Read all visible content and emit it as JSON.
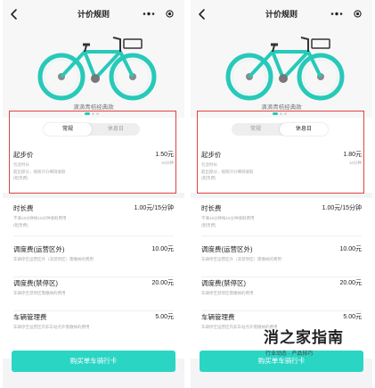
{
  "phones": [
    {
      "title": "计价规则",
      "bike_name": "滴滴青桔经典款",
      "tabs": [
        {
          "label": "常规",
          "active": true
        },
        {
          "label": "休息日",
          "active": false
        }
      ],
      "start": {
        "title": "起步价",
        "price": "1.50元",
        "line1": "包含时长",
        "line1_value": "10分钟",
        "line2": "超出部分，按照计价细则收取",
        "line3": "(租赁费)"
      },
      "fees": [
        {
          "title": "时长费",
          "price": "1.00元/15分钟",
          "desc": "不满15分钟按15分钟收取费用",
          "desc2": "(租赁费)"
        },
        {
          "title": "调度费(运营区外)",
          "price": "10.00元",
          "desc": "车辆停至运营区外（非禁停区）需缴纳的费用",
          "desc2": ""
        },
        {
          "title": "调度费(禁停区)",
          "price": "20.00元",
          "desc": "车辆停至禁停区需缴纳的费用",
          "desc2": ""
        },
        {
          "title": "车辆管理费",
          "price": "5.00元",
          "desc": "车辆停至运营区内非车站点外需缴纳的费用",
          "desc2": ""
        }
      ],
      "button": "购买单车骑行卡"
    },
    {
      "title": "计价规则",
      "bike_name": "滴滴青桔经典款",
      "tabs": [
        {
          "label": "常规",
          "active": false
        },
        {
          "label": "休息日",
          "active": true
        }
      ],
      "start": {
        "title": "起步价",
        "price": "1.80元",
        "line1": "包含时长",
        "line1_value": "10分钟",
        "line2": "超出部分，按照计价细则收取",
        "line3": "(租赁费)"
      },
      "fees": [
        {
          "title": "时长费",
          "price": "1.00元/15分钟",
          "desc": "不满15分钟按15分钟收取费用",
          "desc2": "(租赁费)"
        },
        {
          "title": "调度费(运营区外)",
          "price": "10.00元",
          "desc": "车辆停至运营区外（非禁停区）需缴纳的费用",
          "desc2": ""
        },
        {
          "title": "调度费(禁停区)",
          "price": "20.00元",
          "desc": "车辆停至禁停区需缴纳的费用",
          "desc2": ""
        },
        {
          "title": "车辆管理费",
          "price": "5.00元",
          "desc": "车辆停至运营区内非车站点外需缴纳的费用",
          "desc2": ""
        }
      ],
      "button": "购买单车骑行卡"
    }
  ],
  "watermark": {
    "title": "消之家指南",
    "subtitle": "行业动态 · 产品技巧"
  },
  "colors": {
    "accent": "#2bd5c4",
    "highlight_border": "#e04242"
  },
  "icons": {
    "back": "chevron-left-icon",
    "more": "more-dots-icon",
    "record": "record-circle-icon"
  }
}
